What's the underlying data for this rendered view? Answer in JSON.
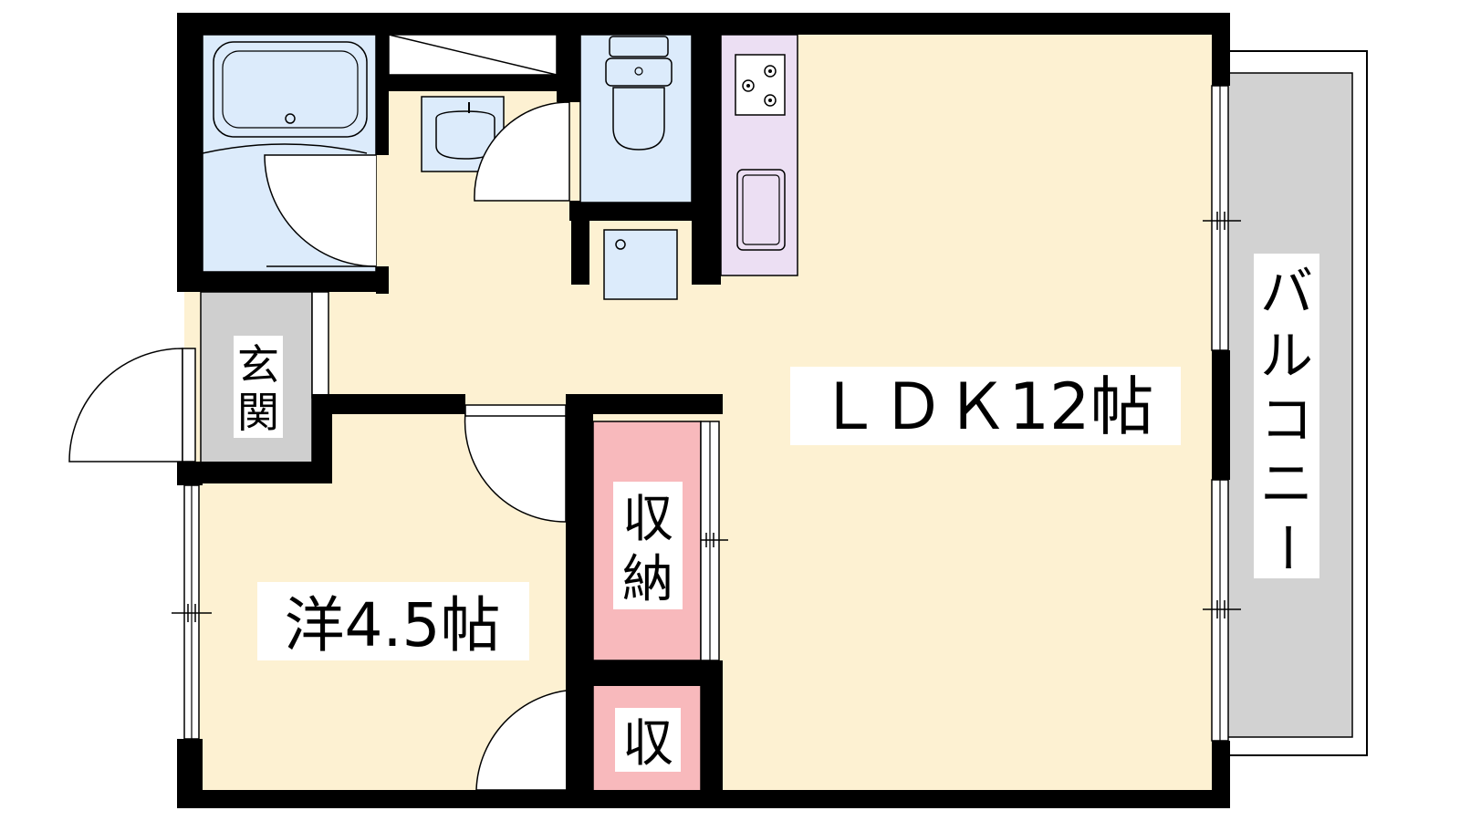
{
  "floor_plan": {
    "rooms": {
      "ldk": {
        "label": "ＬＤＫ12帖"
      },
      "western": {
        "label": "洋4.5帖"
      },
      "storage_large": {
        "label_line1": "収",
        "label_line2": "納"
      },
      "storage_small": {
        "label": "収"
      },
      "entrance": {
        "label_line1": "玄",
        "label_line2": "関"
      },
      "balcony": {
        "chars": [
          "バ",
          "ル",
          "コ",
          "ニ",
          "ー"
        ]
      }
    },
    "colors": {
      "room_floor": "#fdf1d2",
      "wet_area": "#dcebfb",
      "kitchen": "#ecdff3",
      "storage": "#f8b9bc",
      "entrance_floor": "#cfcfcf",
      "balcony": "#d2d2d2",
      "wall": "#000000"
    },
    "icons": [
      "bathtub-icon",
      "washbasin-icon",
      "toilet-icon",
      "stove-icon",
      "sink-icon",
      "washing-machine-pan-icon"
    ]
  }
}
